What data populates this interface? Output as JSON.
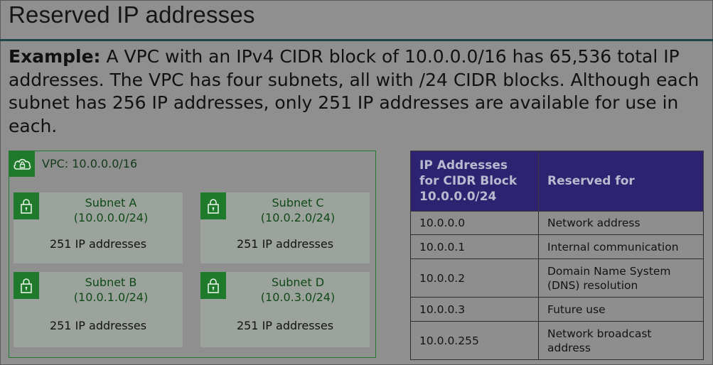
{
  "title": "Reserved IP addresses",
  "example": {
    "lead": "Example:",
    "text": " A VPC with an IPv4 CIDR block of 10.0.0.0/16 has 65,536 total IP addresses. The VPC has four subnets, all with /24 CIDR blocks. Although each subnet has 256 IP addresses, only 251 IP addresses are available for use in each."
  },
  "vpc": {
    "label": "VPC: 10.0.0.0/16",
    "icon": "cloud-lock-icon",
    "subnets": [
      {
        "name": "Subnet A",
        "cidr": "(10.0.0.0/24)",
        "count": "251 IP addresses"
      },
      {
        "name": "Subnet C",
        "cidr": "(10.0.2.0/24)",
        "count": "251 IP addresses"
      },
      {
        "name": "Subnet B",
        "cidr": "(10.0.1.0/24)",
        "count": "251 IP addresses"
      },
      {
        "name": "Subnet D",
        "cidr": "(10.0.3.0/24)",
        "count": "251 IP addresses"
      }
    ]
  },
  "table": {
    "headers": [
      "IP Addresses for CIDR Block 10.0.0.0/24",
      "Reserved for"
    ],
    "rows": [
      [
        "10.0.0.0",
        "Network address"
      ],
      [
        "10.0.0.1",
        "Internal communication"
      ],
      [
        "10.0.0.2",
        "Domain Name System (DNS) resolution"
      ],
      [
        "10.0.0.3",
        "Future use"
      ],
      [
        "10.0.0.255",
        "Network broadcast address"
      ]
    ]
  },
  "colors": {
    "background": "#8f8f8f",
    "title_rule": "#1d4648",
    "green": "#1f7a2b",
    "table_header": "#2e2370"
  }
}
